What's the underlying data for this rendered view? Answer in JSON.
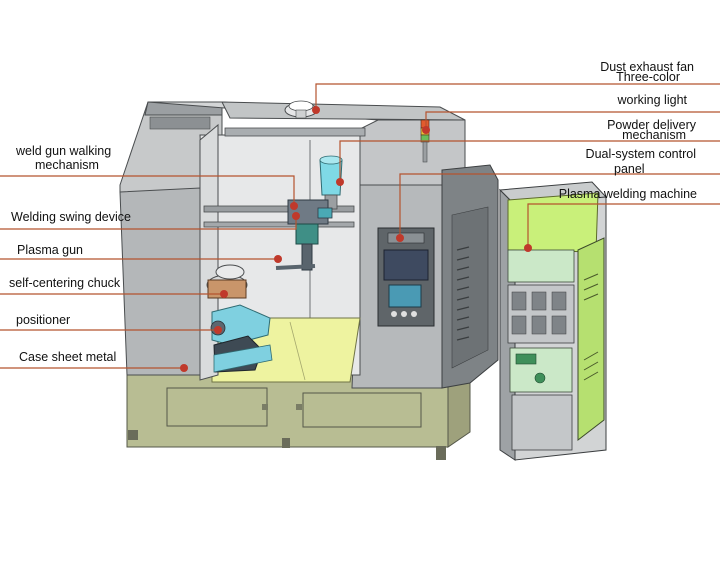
{
  "colors": {
    "leader_line": "#b5532f",
    "leader_dot": "#c0392b",
    "machine_gray": "#b9bcbe",
    "machine_dark": "#7e8386",
    "base_olive": "#b8bd93",
    "chamber_yellow": "#eef3a0",
    "cabinet_green": "#c9f07a"
  },
  "labels": {
    "dust_exhaust_fan": "Dust exhaust fan",
    "three_color": "Three-color",
    "working_light": "working light",
    "powder_delivery_1": "Powder delivery",
    "powder_delivery_2": "mechanism",
    "dual_system_1": "Dual-system control",
    "dual_system_2": "panel",
    "plasma_welding_machine": "Plasma welding machine",
    "weld_gun_walking_1": "weld gun walking",
    "weld_gun_walking_2": "mechanism",
    "welding_swing_device": "Welding swing device",
    "plasma_gun": "Plasma gun",
    "self_centering_chuck": "self-centering chuck",
    "positioner": "positioner",
    "case_sheet_metal": "Case sheet metal"
  }
}
